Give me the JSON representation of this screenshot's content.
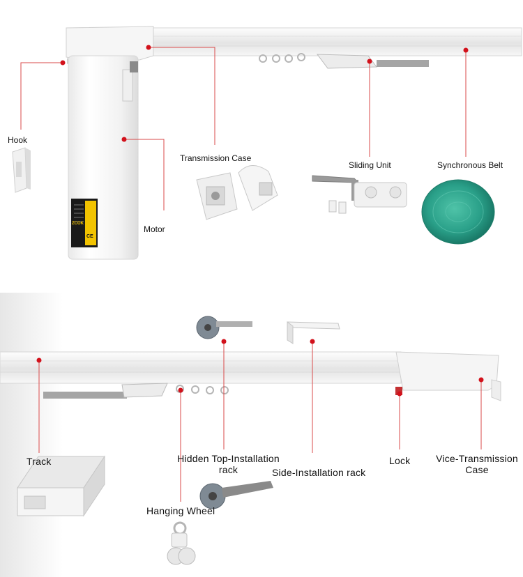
{
  "top_section": {
    "labels": {
      "hook": "Hook",
      "transmission_case": "Transmission Case",
      "sliding_unit": "Sliding Unit",
      "synchronous_belt": "Synchronous Belt",
      "motor": "Motor"
    },
    "motor_sticker_brand": "ZCOK",
    "motor_sticker_ce": "CE"
  },
  "bottom_section": {
    "labels": {
      "track": "Track",
      "hidden_top_installation_rack_line1": "Hidden Top-Installation",
      "hidden_top_installation_rack_line2": "rack",
      "side_installation_rack": "Side-Installation rack",
      "lock": "Lock",
      "vice_transmission_case_line1": "Vice-Transmission",
      "vice_transmission_case_line2": "Case",
      "hanging_wheel": "Hanging Wheel"
    }
  },
  "colors": {
    "marker_red": "#d2111b",
    "leader_line_red": "#d94a4a",
    "belt_teal": "#2aa089",
    "rail_white": "#f3f3f3",
    "metal_grey": "#9a9a9a"
  }
}
